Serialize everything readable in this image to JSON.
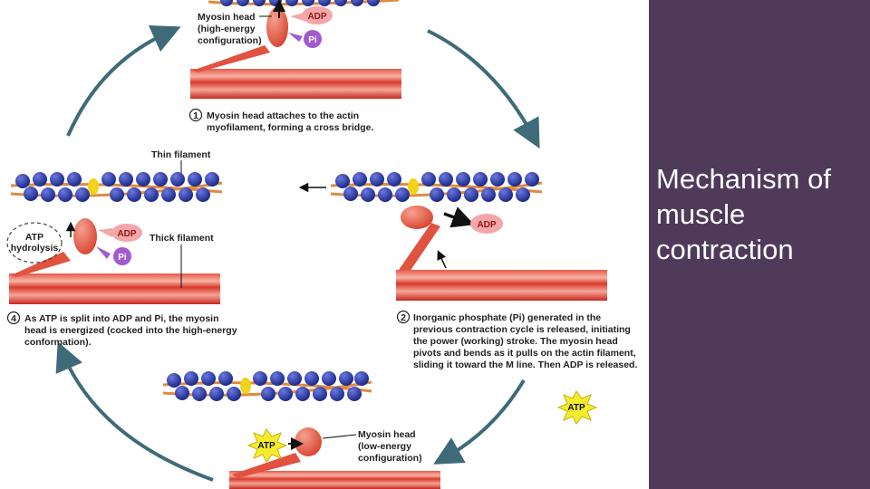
{
  "slide": {
    "title": "Mechanism of muscle contraction"
  },
  "diagram": {
    "top": {
      "head_label": [
        "Myosin head",
        "(high-energy",
        "configuration)"
      ],
      "adp": "ADP",
      "pi": "Pi"
    },
    "step1": {
      "number": "1",
      "text": [
        "Myosin head attaches to the actin",
        "myofilament, forming a cross bridge."
      ]
    },
    "left": {
      "thin_filament": "Thin filament",
      "thick_filament": "Thick filament",
      "atp_hydrolysis": [
        "ATP",
        "hydrolysis"
      ],
      "adp": "ADP",
      "pi": "Pi"
    },
    "right": {
      "adp": "ADP"
    },
    "step2": {
      "number": "2",
      "text": [
        "Inorganic phosphate (Pi) generated in the",
        "previous contraction cycle is released, initiating",
        "the power (working) stroke. The myosin head",
        "pivots and bends as it pulls on the actin filament,",
        "sliding it toward the M line. Then ADP is released."
      ]
    },
    "step4": {
      "number": "4",
      "text": [
        "As ATP is split into ADP and Pi, the myosin",
        "head is energized (cocked into the high-energy",
        "conformation)."
      ]
    },
    "bottom": {
      "head_label": [
        "Myosin head",
        "(low-energy",
        "configuration)"
      ],
      "atp_left": "ATP",
      "atp_right": "ATP"
    }
  }
}
